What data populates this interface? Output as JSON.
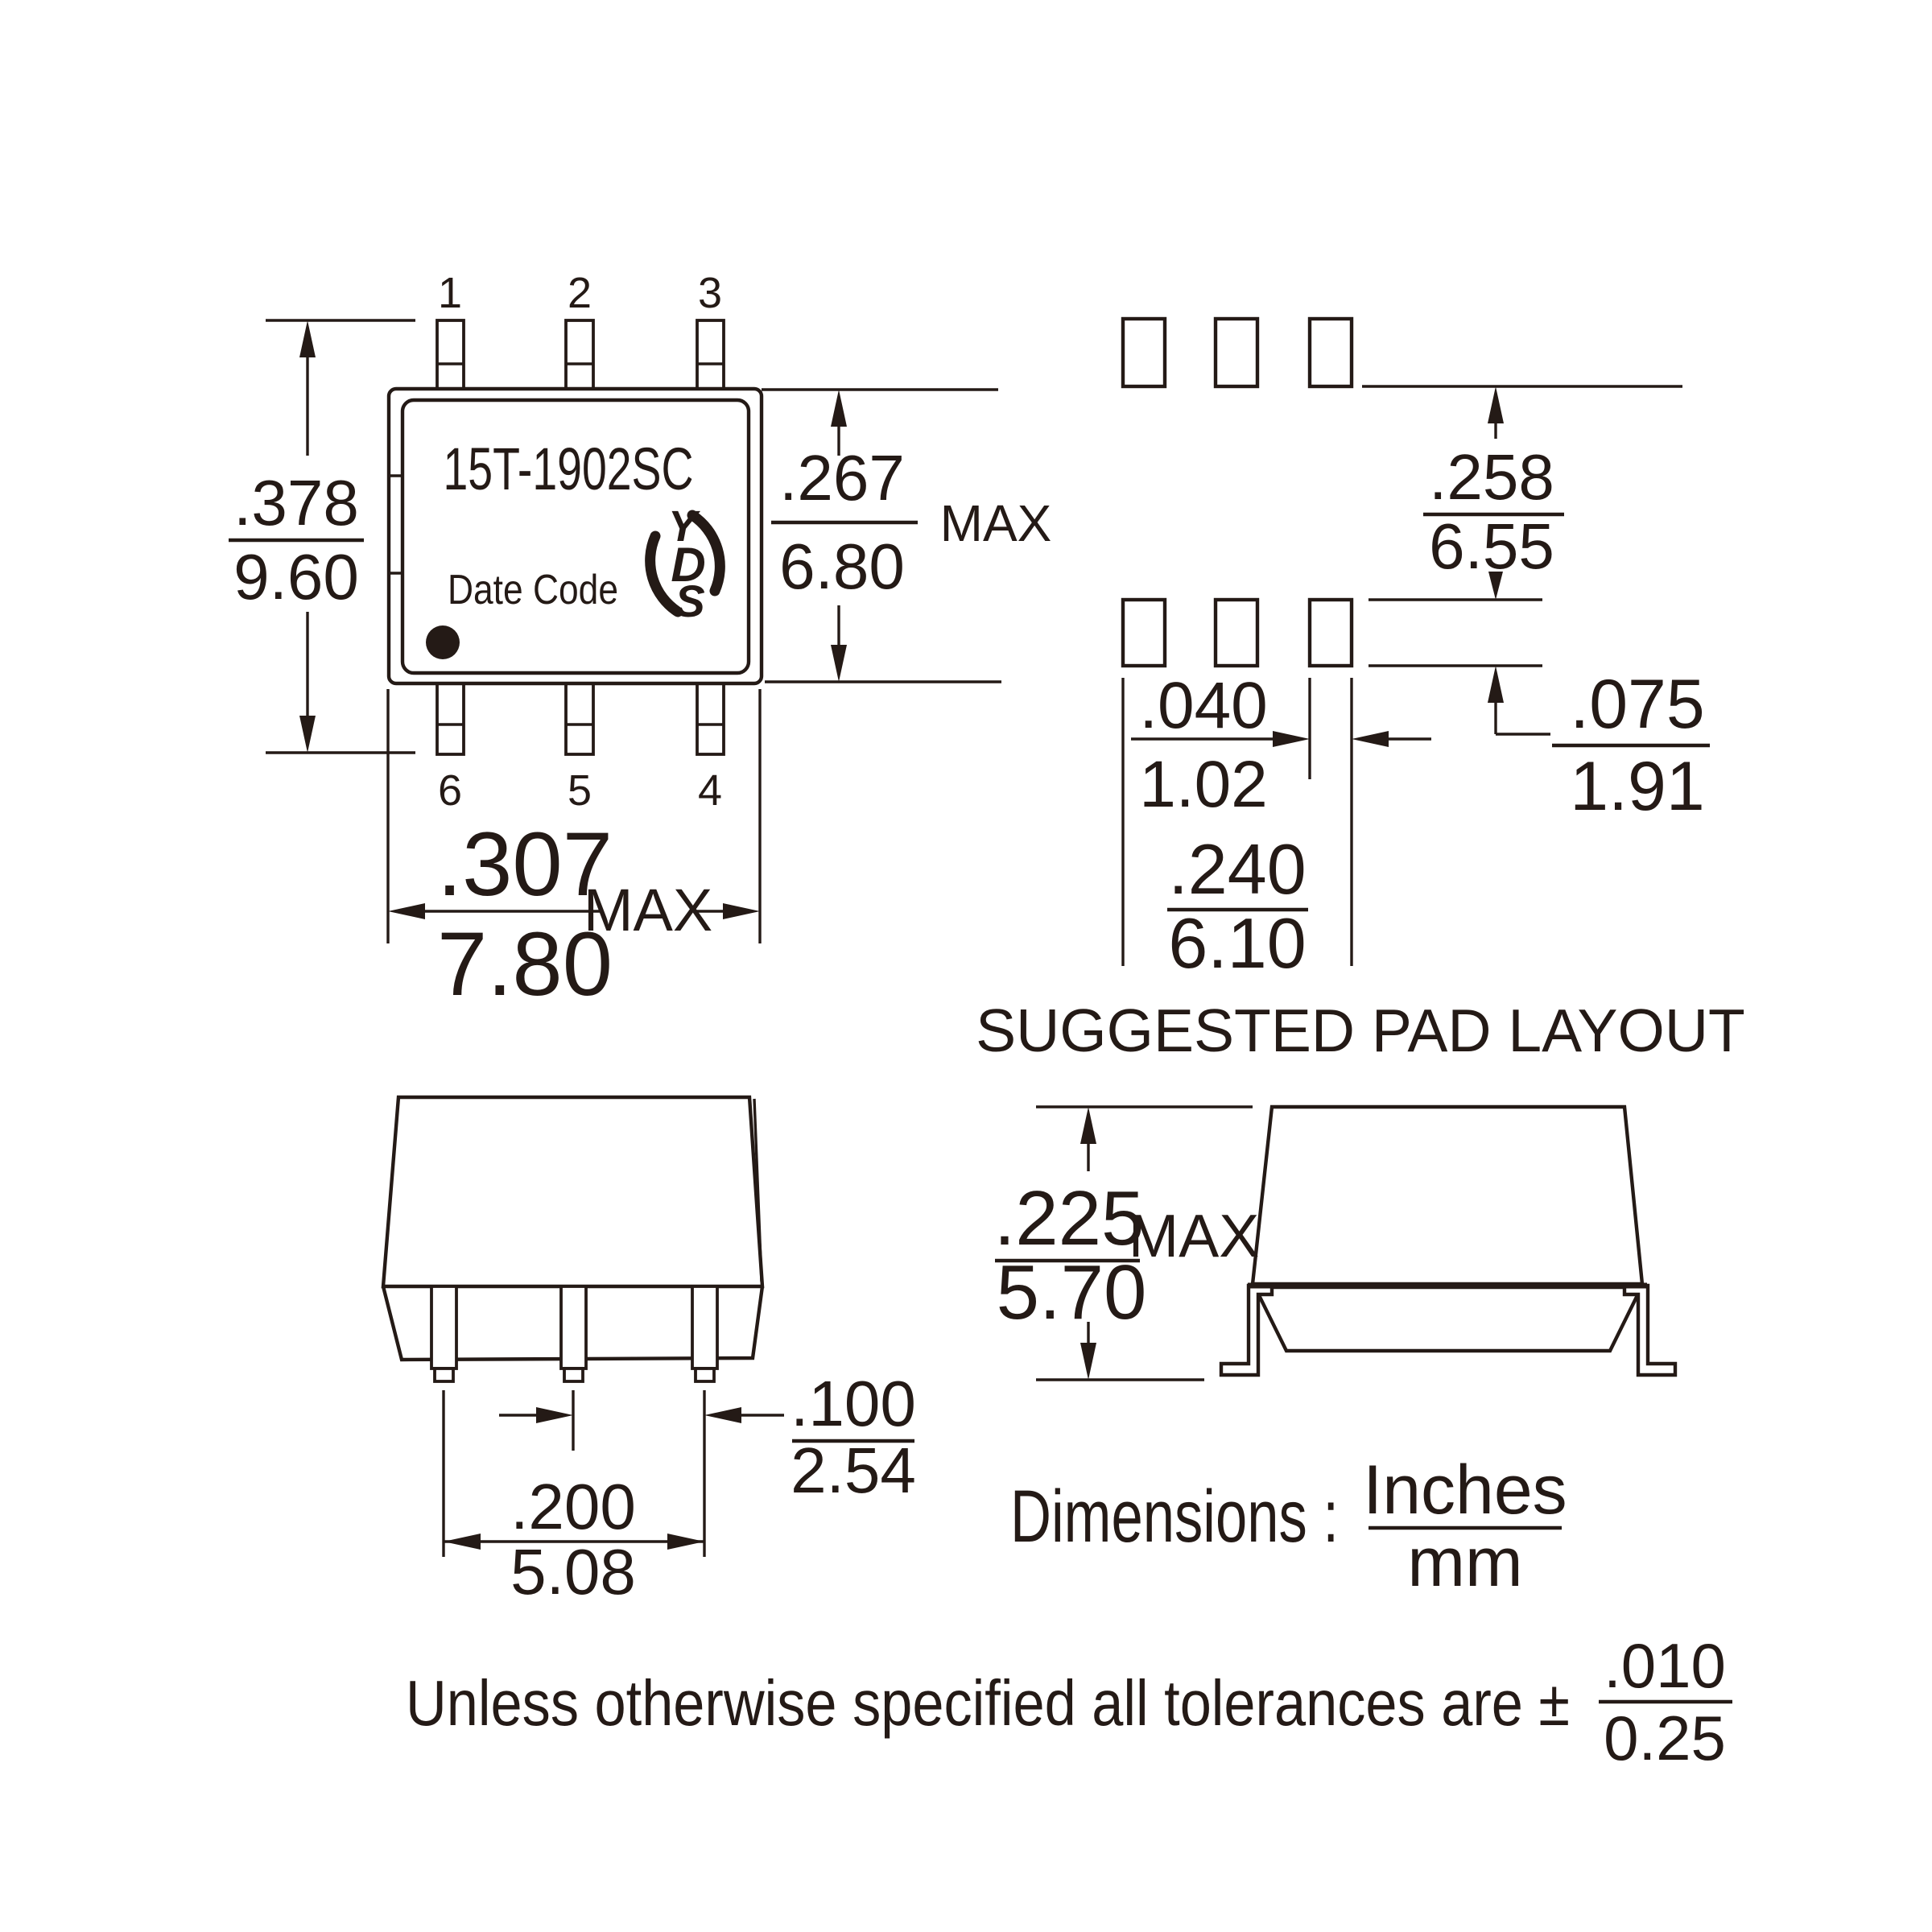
{
  "colors": {
    "ink": "#241a16",
    "background": "#ffffff"
  },
  "top_view": {
    "part_number": "15T-1902SC",
    "date_code_label": "Date Code",
    "logo_letters": [
      "Y",
      "D",
      "S"
    ],
    "pins_top": [
      "1",
      "2",
      "3"
    ],
    "pins_bottom": [
      "6",
      "5",
      "4"
    ],
    "dim_overall_height": {
      "inches": ".378",
      "mm": "9.60"
    },
    "dim_body_height": {
      "inches": ".267",
      "mm": "6.80",
      "qualifier": "MAX"
    },
    "dim_body_width": {
      "inches": ".307",
      "mm": "7.80",
      "qualifier": "MAX"
    }
  },
  "pad_layout": {
    "title": "SUGGESTED PAD LAYOUT",
    "dim_row_gap": {
      "inches": ".258",
      "mm": "6.55"
    },
    "dim_pad_width": {
      "inches": ".040",
      "mm": "1.02"
    },
    "dim_pad_height": {
      "inches": ".075",
      "mm": "1.91"
    },
    "dim_overall_span": {
      "inches": ".240",
      "mm": "6.10"
    }
  },
  "front_view": {
    "dim_pin_pitch": {
      "inches": ".100",
      "mm": "2.54"
    },
    "dim_pin_span": {
      "inches": ".200",
      "mm": "5.08"
    }
  },
  "side_view": {
    "dim_height": {
      "inches": ".225",
      "mm": "5.70",
      "qualifier": "MAX"
    }
  },
  "legend": {
    "label": "Dimensions :",
    "numerator": "Inches",
    "denominator": "mm"
  },
  "tolerance_note": {
    "text": "Unless otherwise specified all tolerances are ±",
    "tolerance_inches": ".010",
    "tolerance_mm": "0.25"
  }
}
